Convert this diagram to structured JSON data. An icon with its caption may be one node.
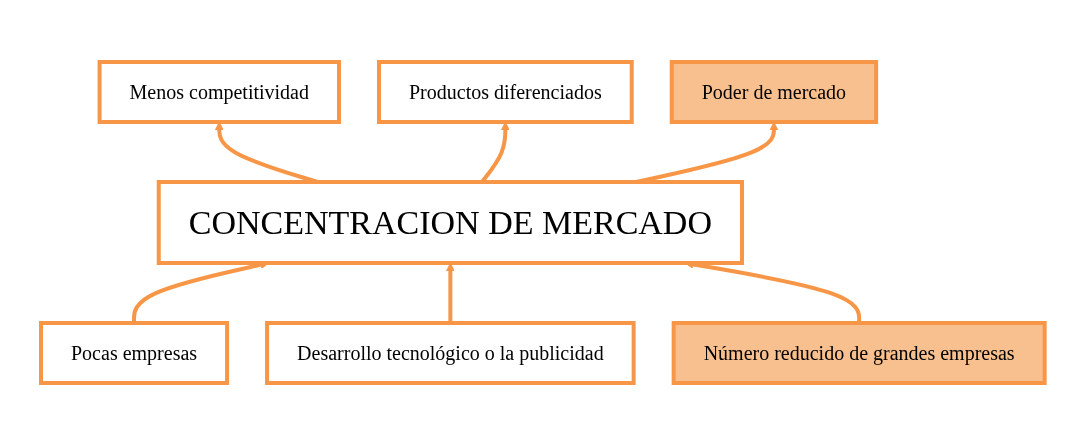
{
  "diagram": {
    "nodes": [
      {
        "text": [
          "Menos competitividad"
        ]
      },
      {
        "text": [
          "Productos diferenciados"
        ]
      },
      {
        "text": [
          "Poder de mercado"
        ]
      },
      {
        "text": [
          "CONCENTRACION DE MERCADO"
        ]
      },
      {
        "text": [
          "Pocas empresas"
        ]
      },
      {
        "text": [
          "Desarrollo tecnológico o la publicidad"
        ]
      },
      {
        "text": [
          "Número reducido de grandes empresas"
        ]
      }
    ],
    "edges": [
      {
        "from": 3,
        "to": 0,
        "arrow": "to"
      },
      {
        "from": 3,
        "to": 1,
        "arrow": "to"
      },
      {
        "from": 3,
        "to": 2,
        "arrow": "to"
      },
      {
        "from": 4,
        "to": 3,
        "arrow": "to"
      },
      {
        "from": 5,
        "to": 3,
        "arrow": "to"
      },
      {
        "from": 6,
        "to": 3,
        "arrow": "to"
      }
    ]
  }
}
